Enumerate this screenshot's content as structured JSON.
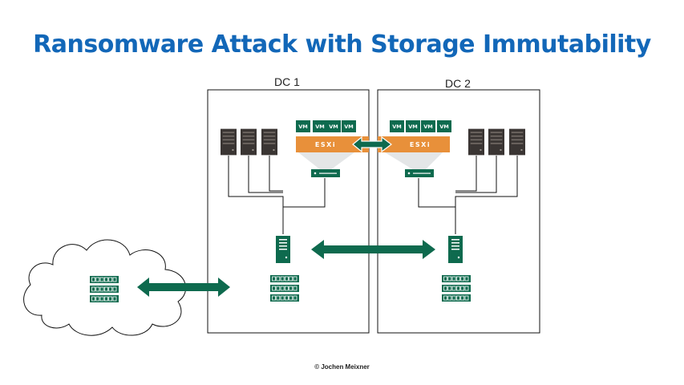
{
  "title": "Ransomware Attack with Storage Immutability",
  "dc1": {
    "label": "DC 1",
    "vms": [
      "VM",
      "VM",
      "VM",
      "VM"
    ],
    "hypervisor": "ESXi"
  },
  "dc2": {
    "label": "DC 2",
    "vms": [
      "VM",
      "VM",
      "VM",
      "VM"
    ],
    "hypervisor": "ESXi"
  },
  "credit": "© Jochen Meixner",
  "colors": {
    "title": "#1267b8",
    "green": "#0e6a4e",
    "esxi_orange": "#e8903a",
    "server_dark": "#3a3533",
    "line": "#111111"
  }
}
